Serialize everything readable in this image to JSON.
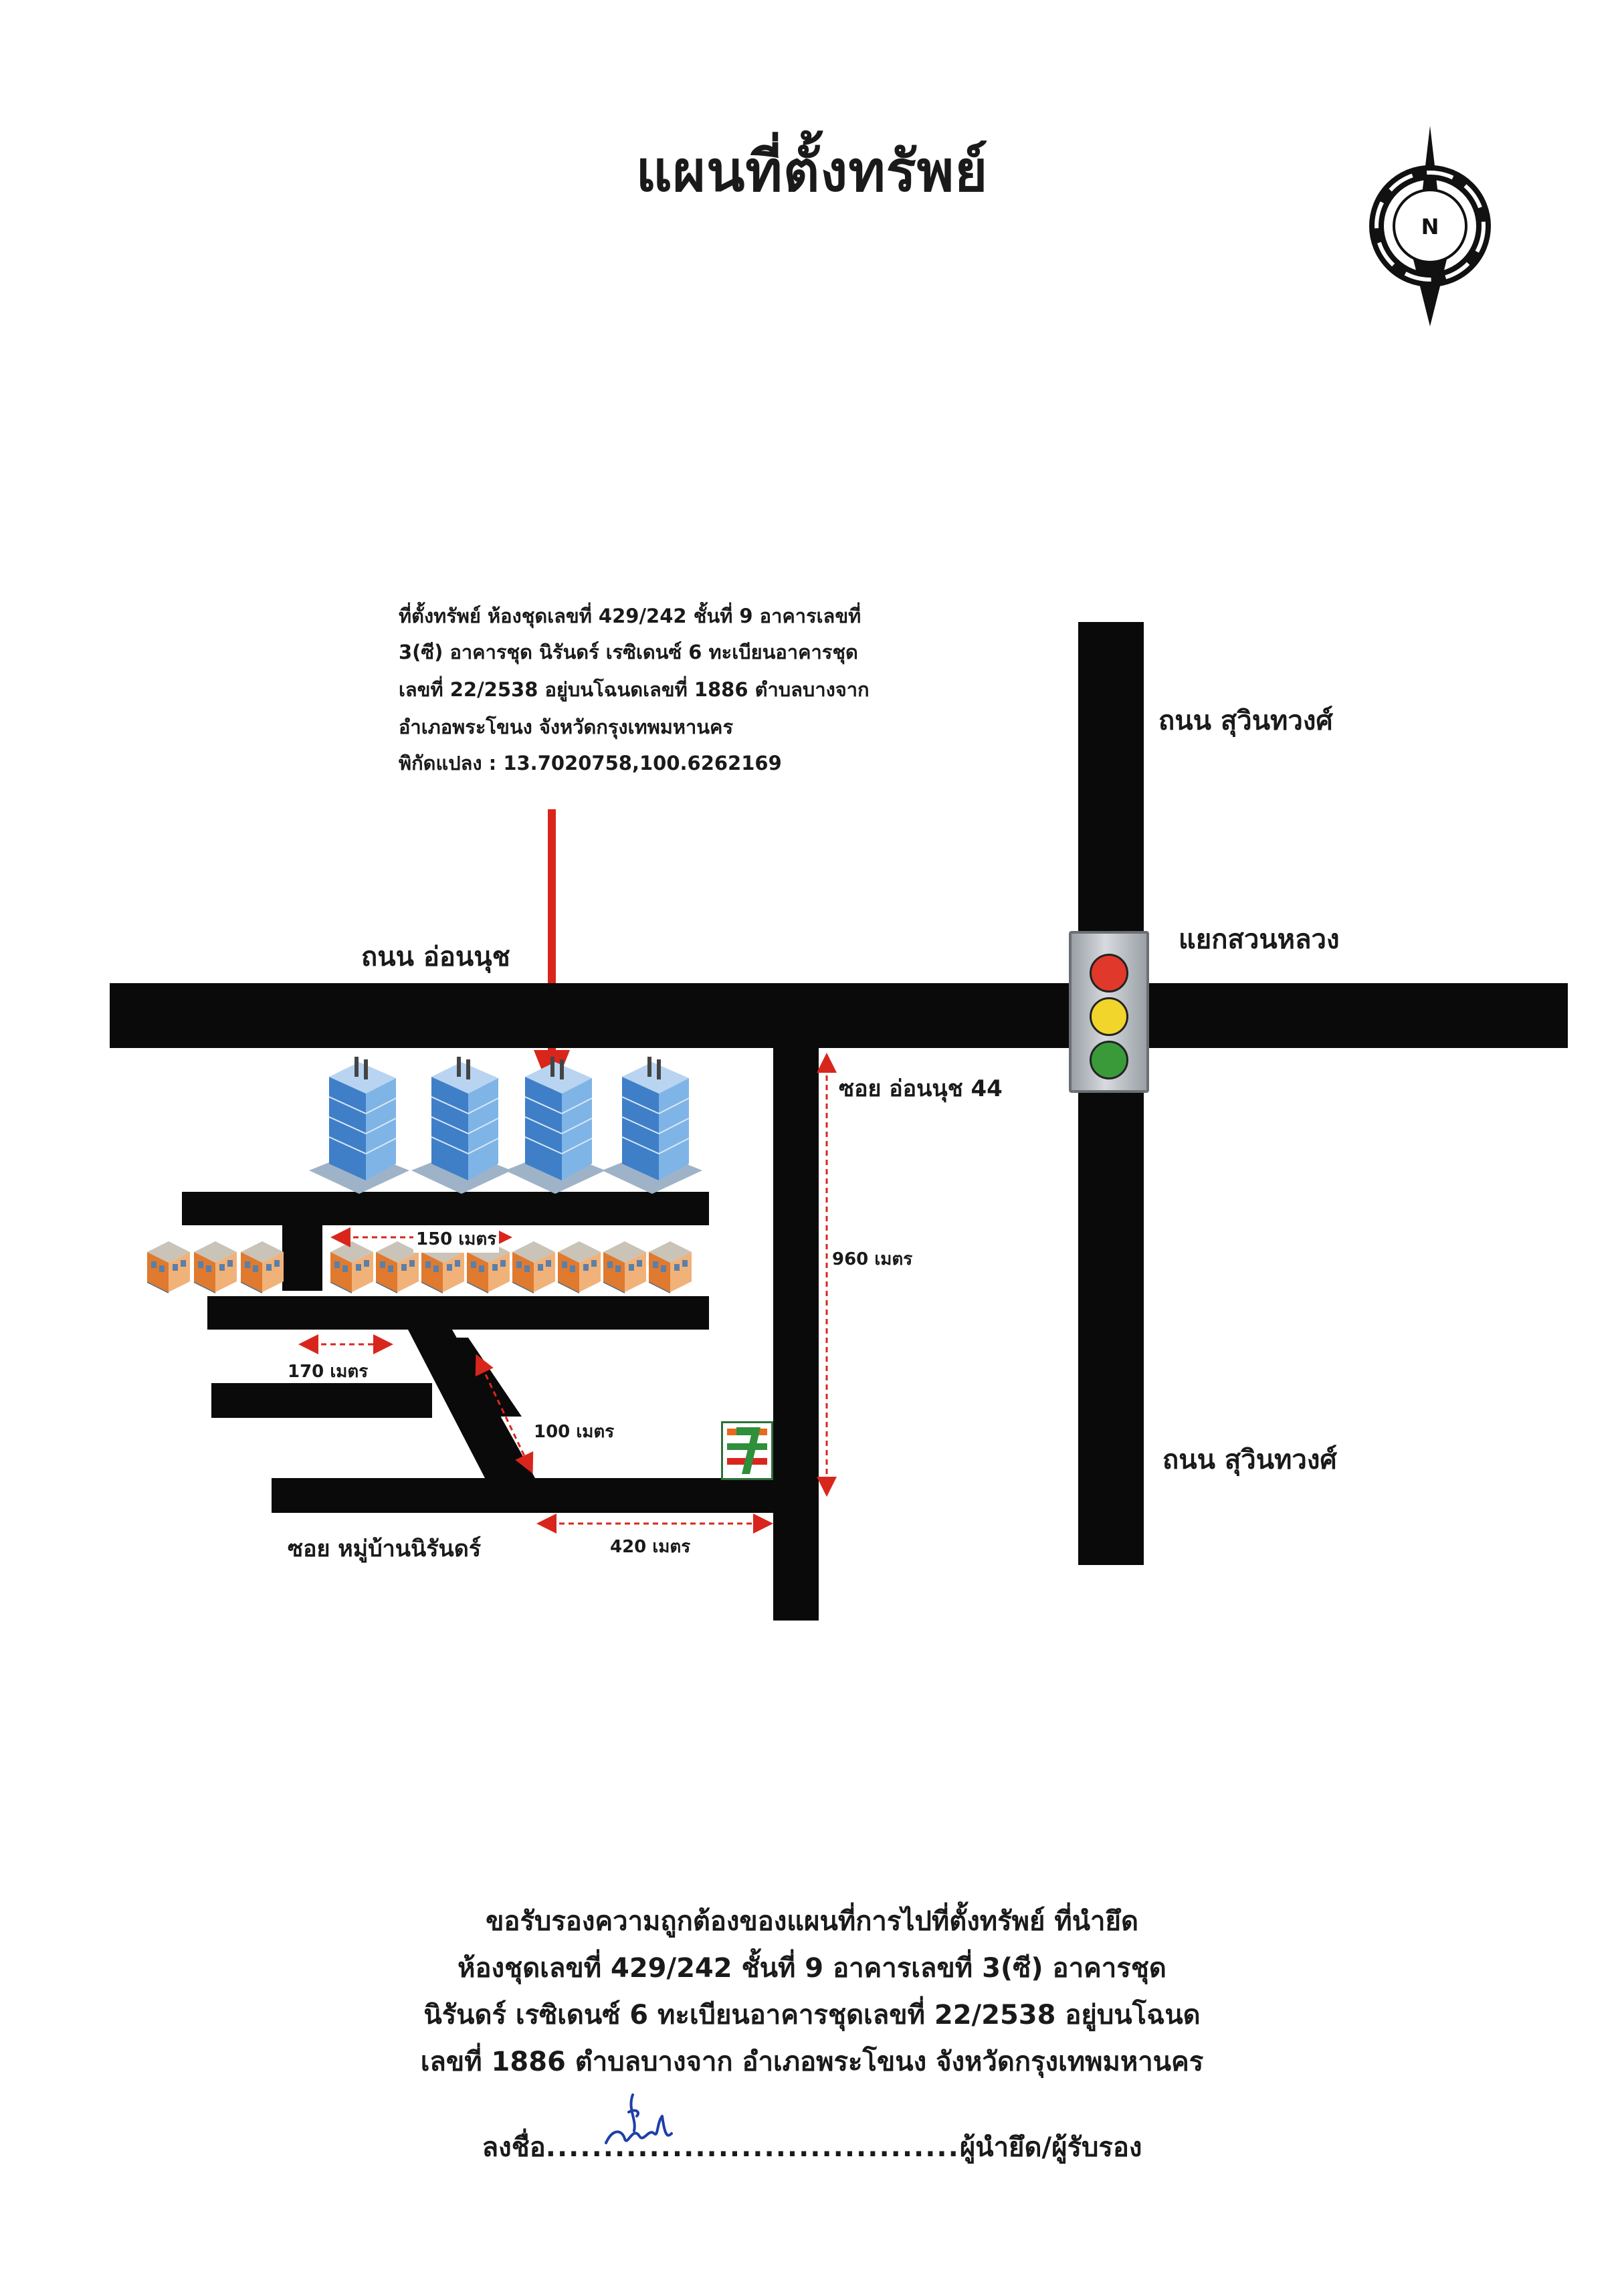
{
  "title": "แผนที่ตั้งทรัพย์",
  "compass": {
    "letter": "N",
    "icon": "north-arrow-icon"
  },
  "property": {
    "lines": [
      "ที่ตั้งทรัพย์ ห้องชุดเลขที่ 429/242 ชั้นที่ 9 อาคารเลขที่",
      "3(ซี) อาคารชุด นิรันดร์ เรซิเดนซ์ 6 ทะเบียนอาคารชุด",
      "เลขที่ 22/2538 อยู่บนโฉนดเลขที่ 1886  ตำบลบางจาก",
      "อำเภอพระโขนง จังหวัดกรุงเทพมหานคร",
      "พิกัดแปลง : 13.7020758,100.6262169"
    ],
    "marker_color": "#d9261c"
  },
  "roads": {
    "on_nut": "ถนน อ่อนนุช",
    "sukhumvit_top": "ถนน สุวินทวงศ์",
    "sukhumvit_bottom": "ถนน สุวินทวงศ์",
    "junction": "แยกสวนหลวง",
    "soi_on_nut_44": "ซอย อ่อนนุช 44",
    "soi_village": "ซอย หมู่บ้านนิรันดร์"
  },
  "distances": {
    "d150": "150 เมตร",
    "d170": "170 เมตร",
    "d100": "100 เมตร",
    "d420": "420 เมตร",
    "d960": "960 เมตร"
  },
  "traffic_light": {
    "colors": [
      "#e0382b",
      "#f2d52a",
      "#3a9a3a"
    ]
  },
  "landmarks": {
    "store_icon": "seven-eleven-icon",
    "tower_icon": "building-icon",
    "house_icon": "townhouse-icon"
  },
  "certification": {
    "lines": [
      "ขอรับรองความถูกต้องของแผนที่การไปที่ตั้งทรัพย์ ที่นำยึด",
      "ห้องชุดเลขที่ 429/242 ชั้นที่ 9 อาคารเลขที่ 3(ซี) อาคารชุด",
      "นิรันดร์ เรซิเดนซ์ 6 ทะเบียนอาคารชุดเลขที่ 22/2538 อยู่บนโฉนด",
      "เลขที่ 1886  ตำบลบางจาก อำเภอพระโขนง จังหวัดกรุงเทพมหานคร"
    ],
    "sign_prefix": "ลงชื่อ",
    "sign_dots_left": "..........................",
    "sign_dots_right": "..........",
    "sign_suffix": "ผู้นำยึด/ผู้รับรอง"
  },
  "colors": {
    "road": "#0a0a0a",
    "dimension": "#d9261c",
    "signature": "#1d3fa8"
  }
}
